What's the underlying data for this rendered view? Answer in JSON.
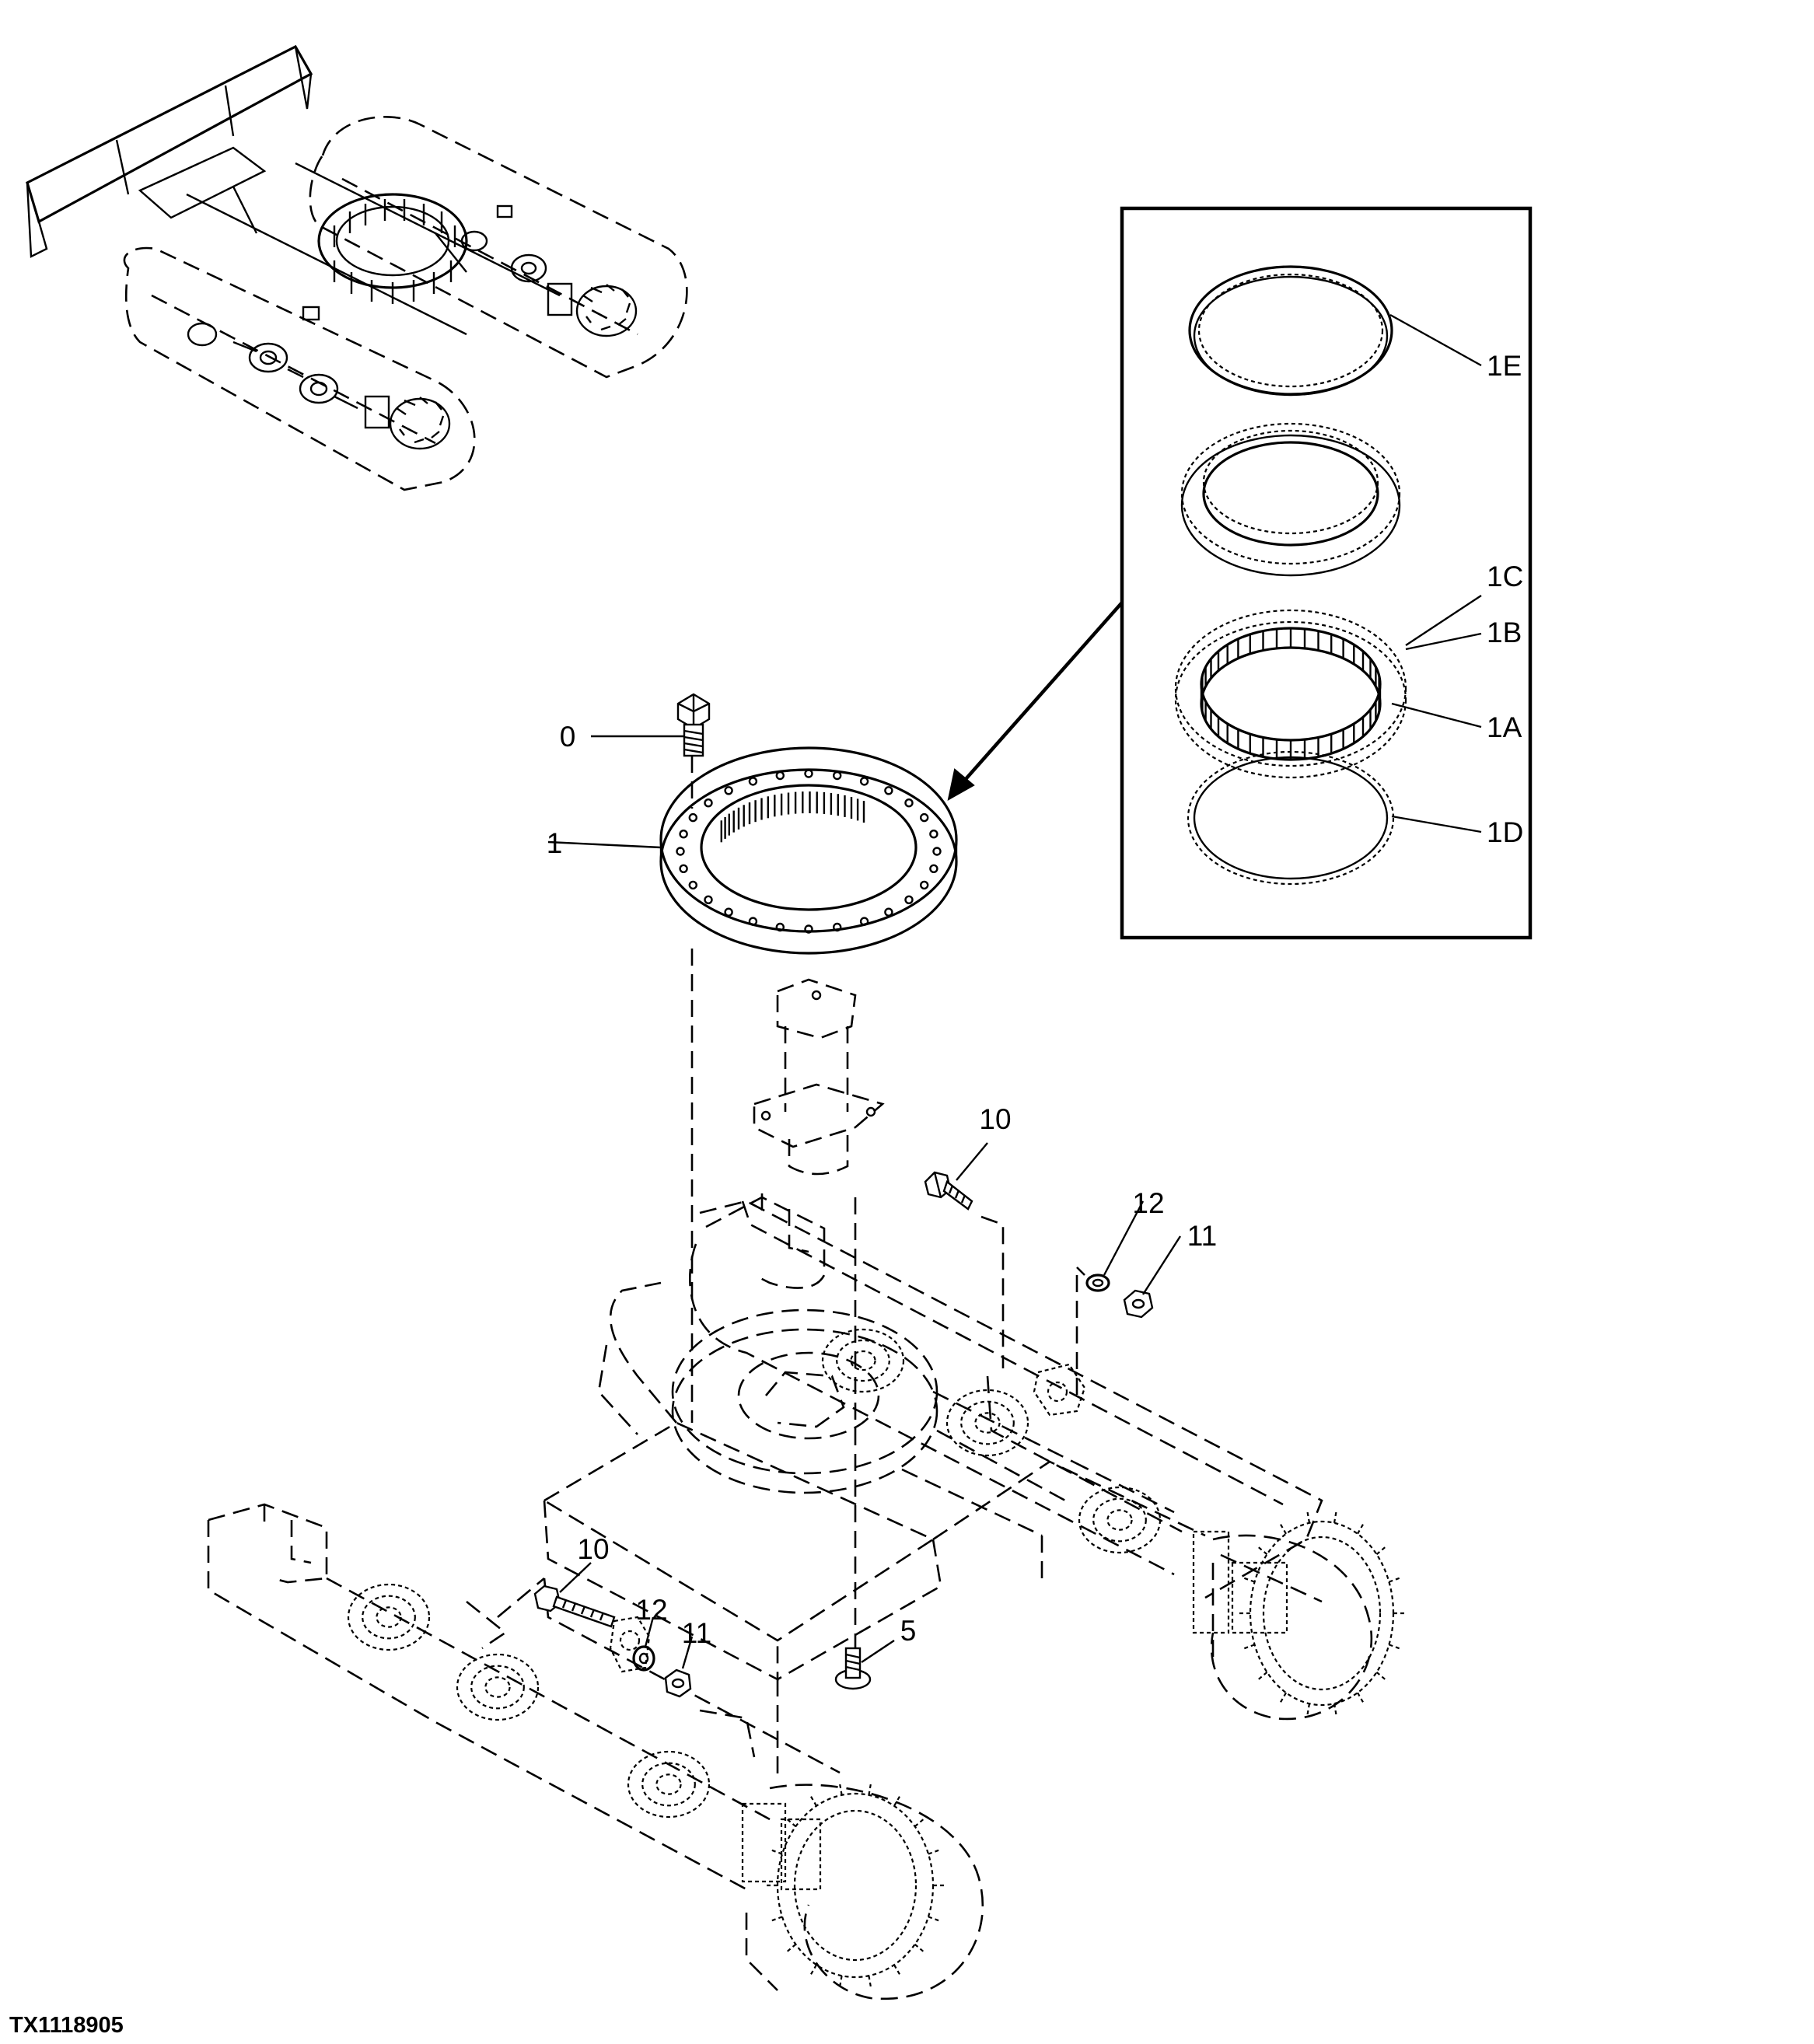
{
  "figure_id": "TX1118905",
  "callouts": [
    {
      "id": "c-0",
      "text": "0"
    },
    {
      "id": "c-1",
      "text": "1"
    },
    {
      "id": "c-1E",
      "text": "1E"
    },
    {
      "id": "c-1C",
      "text": "1C"
    },
    {
      "id": "c-1B",
      "text": "1B"
    },
    {
      "id": "c-1A",
      "text": "1A"
    },
    {
      "id": "c-1D",
      "text": "1D"
    },
    {
      "id": "c-10a",
      "text": "10"
    },
    {
      "id": "c-12a",
      "text": "12"
    },
    {
      "id": "c-11a",
      "text": "11"
    },
    {
      "id": "c-10b",
      "text": "10"
    },
    {
      "id": "c-12b",
      "text": "12"
    },
    {
      "id": "c-11b",
      "text": "11"
    },
    {
      "id": "c-5",
      "text": "5"
    }
  ]
}
